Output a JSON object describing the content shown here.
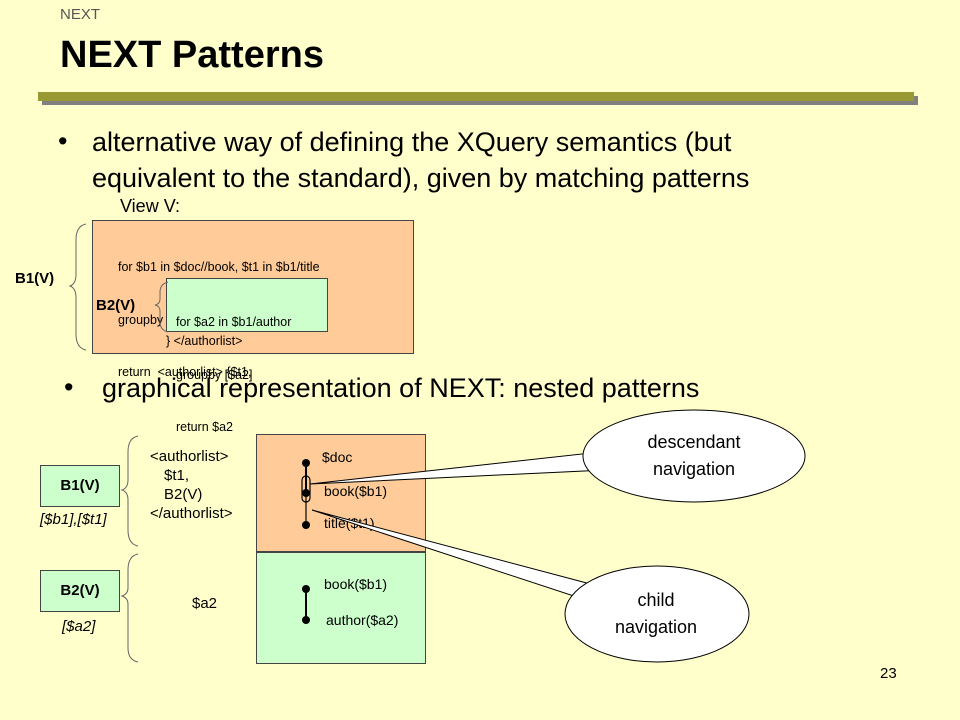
{
  "header": {
    "section": "NEXT",
    "title": "NEXT Patterns"
  },
  "bullets": [
    {
      "line1": "alternative way of defining the XQuery semantics (but",
      "line2": "equivalent to the standard), given by matching patterns"
    },
    {
      "line1": "graphical representation of NEXT: nested patterns"
    }
  ],
  "query": {
    "view_label": "View V:",
    "outer_label": "B1(V)",
    "inner_label": "B2(V)",
    "outer_lines": [
      "for $b1 in $doc//book, $t1 in $b1/title",
      "groupby [$b1], [$t1]",
      "return  <authorlist> {$t1,"
    ],
    "inner_lines": [
      "for $a2 in $b1/author",
      "groupby [$a2]",
      "return $a2"
    ],
    "closing": "} </authorlist>"
  },
  "pattern": {
    "b1_label": "B1(V)",
    "b1_groupby": "[$b1],[$t1]",
    "b2_label": "B2(V)",
    "b2_groupby": "[$a2]",
    "template_lines": [
      "<authorlist>",
      "$t1,",
      "B2(V)",
      "</authorlist>"
    ],
    "b2_return": "$a2",
    "top_nodes": [
      "$doc",
      "book($b1)",
      "title($t1)"
    ],
    "bottom_nodes": [
      "book($b1)",
      "author($a2)"
    ]
  },
  "callouts": {
    "descendant": {
      "line1": "descendant",
      "line2": "navigation"
    },
    "child": {
      "line1": "child",
      "line2": "navigation"
    }
  },
  "footer": {
    "page_number": "23"
  }
}
